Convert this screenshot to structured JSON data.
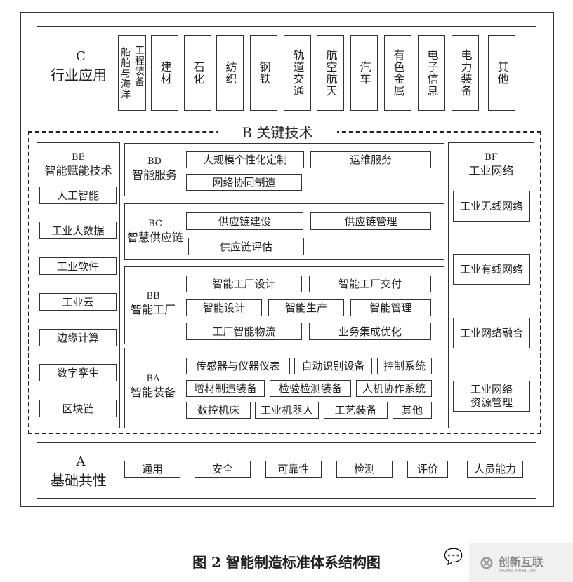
{
  "C": {
    "code": "C",
    "title": "行业应用",
    "items": [
      "船舶与海洋",
      "工程装备",
      "建材",
      "石化",
      "纺织",
      "钢铁",
      "轨道交通",
      "航空航天",
      "汽车",
      "有色金属",
      "电子信息",
      "电力装备",
      "其他"
    ]
  },
  "B": {
    "title": "B  关键技术",
    "BE": {
      "code": "BE",
      "title": "智能赋能技术",
      "items": [
        "人工智能",
        "工业大数据",
        "工业软件",
        "工业云",
        "边缘计算",
        "数字孪生",
        "区块链"
      ]
    },
    "BD": {
      "code": "BD",
      "title": "智能服务",
      "items": [
        "大规模个性化定制",
        "运维服务",
        "网络协同制造"
      ]
    },
    "BC": {
      "code": "BC",
      "title": "智慧供应链",
      "items": [
        "供应链建设",
        "供应链管理",
        "供应链评估"
      ]
    },
    "BB": {
      "code": "BB",
      "title": "智能工厂",
      "items": [
        "智能工厂设计",
        "智能工厂交付",
        "智能设计",
        "智能生产",
        "智能管理",
        "工厂智能物流",
        "业务集成优化"
      ]
    },
    "BA": {
      "code": "BA",
      "title": "智能装备",
      "items": [
        "传感器与仪器仪表",
        "自动识别设备",
        "控制系统",
        "增材制造装备",
        "检验检测装备",
        "人机协作系统",
        "数控机床",
        "工业机器人",
        "工艺装备",
        "其他"
      ]
    },
    "BF": {
      "code": "BF",
      "title": "工业网络",
      "items": [
        "工业无线网络",
        "工业有线网络",
        "工业网络融合",
        "工业网络资源管理"
      ]
    }
  },
  "A": {
    "code": "A",
    "title": "基础共性",
    "items": [
      "通用",
      "安全",
      "可靠性",
      "检测",
      "评价",
      "人员能力"
    ]
  },
  "caption": "图 2  智能制造标准体系结构图",
  "watermark": {
    "name": "创新互联",
    "sub": "CHUANG XIN HU LIAN"
  }
}
